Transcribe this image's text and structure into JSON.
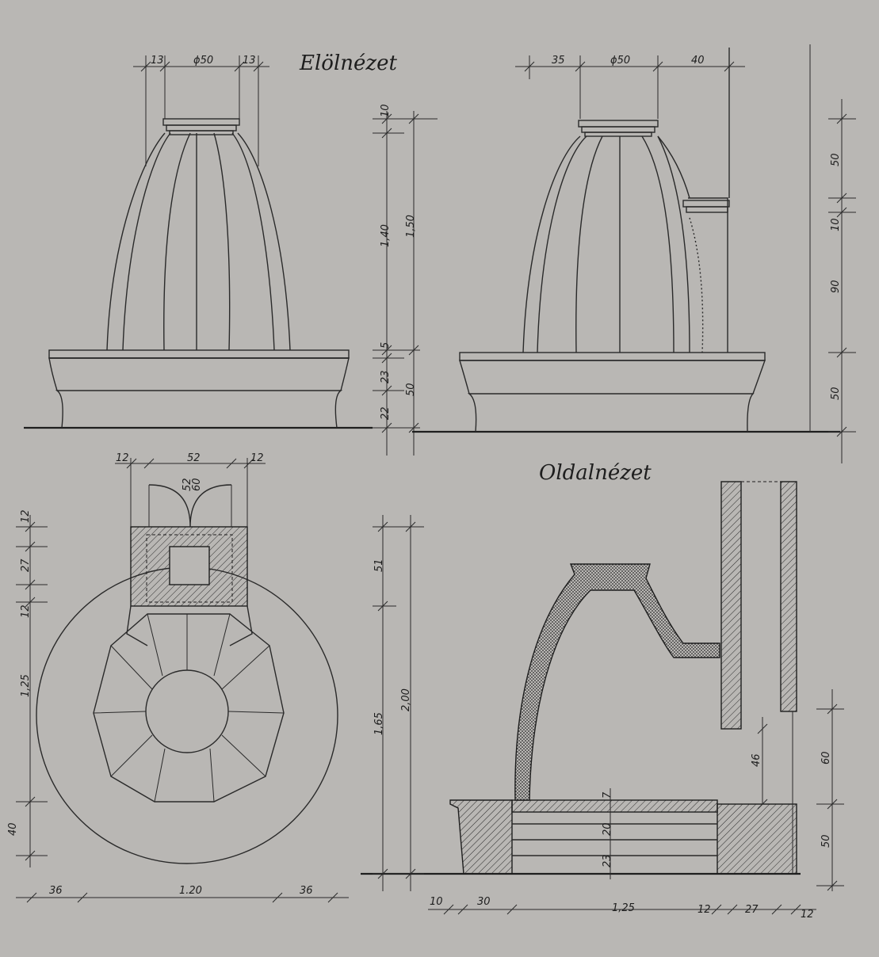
{
  "titles": {
    "front": "Elölnézet",
    "side": "Oldalnézet"
  },
  "front": {
    "top": [
      "13",
      "ϕ50",
      "13"
    ],
    "vert": [
      "10",
      "1,40",
      "1,50",
      "5",
      "23",
      "22",
      "50"
    ]
  },
  "front2": {
    "top": [
      "35",
      "ϕ50",
      "40"
    ],
    "vert": [
      "50",
      "10",
      "90",
      "50"
    ]
  },
  "plan": {
    "top": [
      "12",
      "52",
      "12"
    ],
    "flue": [
      "52",
      "60"
    ],
    "left": [
      "12",
      "27",
      "12",
      "1,25",
      "40"
    ],
    "bottom": [
      "36",
      "1.20",
      "36"
    ]
  },
  "section": {
    "left": [
      "51",
      "1,65",
      "2,00"
    ],
    "inner": [
      "7",
      "20",
      "23",
      "46"
    ],
    "right": [
      "60",
      "50"
    ],
    "bottom": [
      "10",
      "30",
      "1,25",
      "12",
      "27",
      "12"
    ]
  }
}
